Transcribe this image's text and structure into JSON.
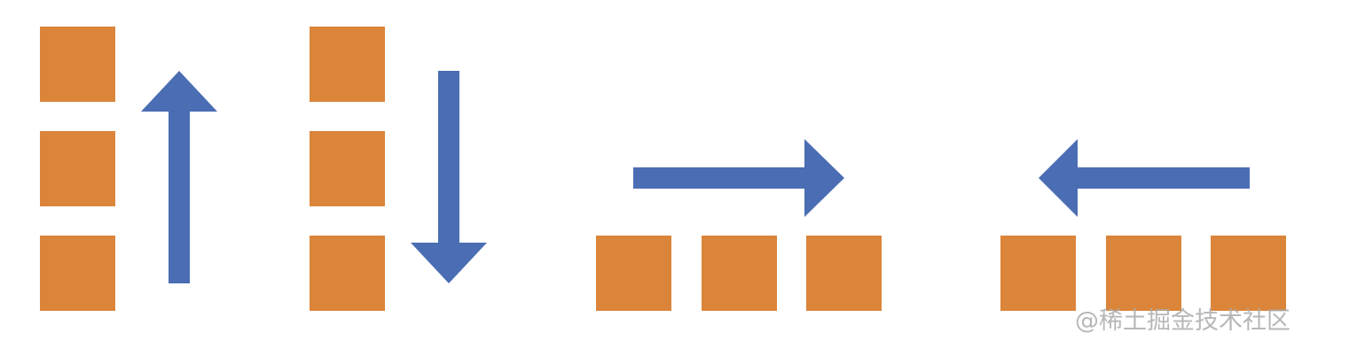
{
  "colors": {
    "box": "#DB853A",
    "arrow": "#4A6DB3",
    "background": "#FFFFFF",
    "watermark": "#AAAAAA"
  },
  "diagram": {
    "panels": [
      {
        "name": "vertical-up",
        "orientation": "vertical",
        "box_count": 3,
        "arrow_direction": "up"
      },
      {
        "name": "vertical-down",
        "orientation": "vertical",
        "box_count": 3,
        "arrow_direction": "down"
      },
      {
        "name": "horizontal-right",
        "orientation": "horizontal",
        "box_count": 3,
        "arrow_direction": "right"
      },
      {
        "name": "horizontal-left",
        "orientation": "horizontal",
        "box_count": 3,
        "arrow_direction": "left"
      }
    ]
  },
  "watermark": {
    "text": "@稀土掘金技术社区"
  }
}
